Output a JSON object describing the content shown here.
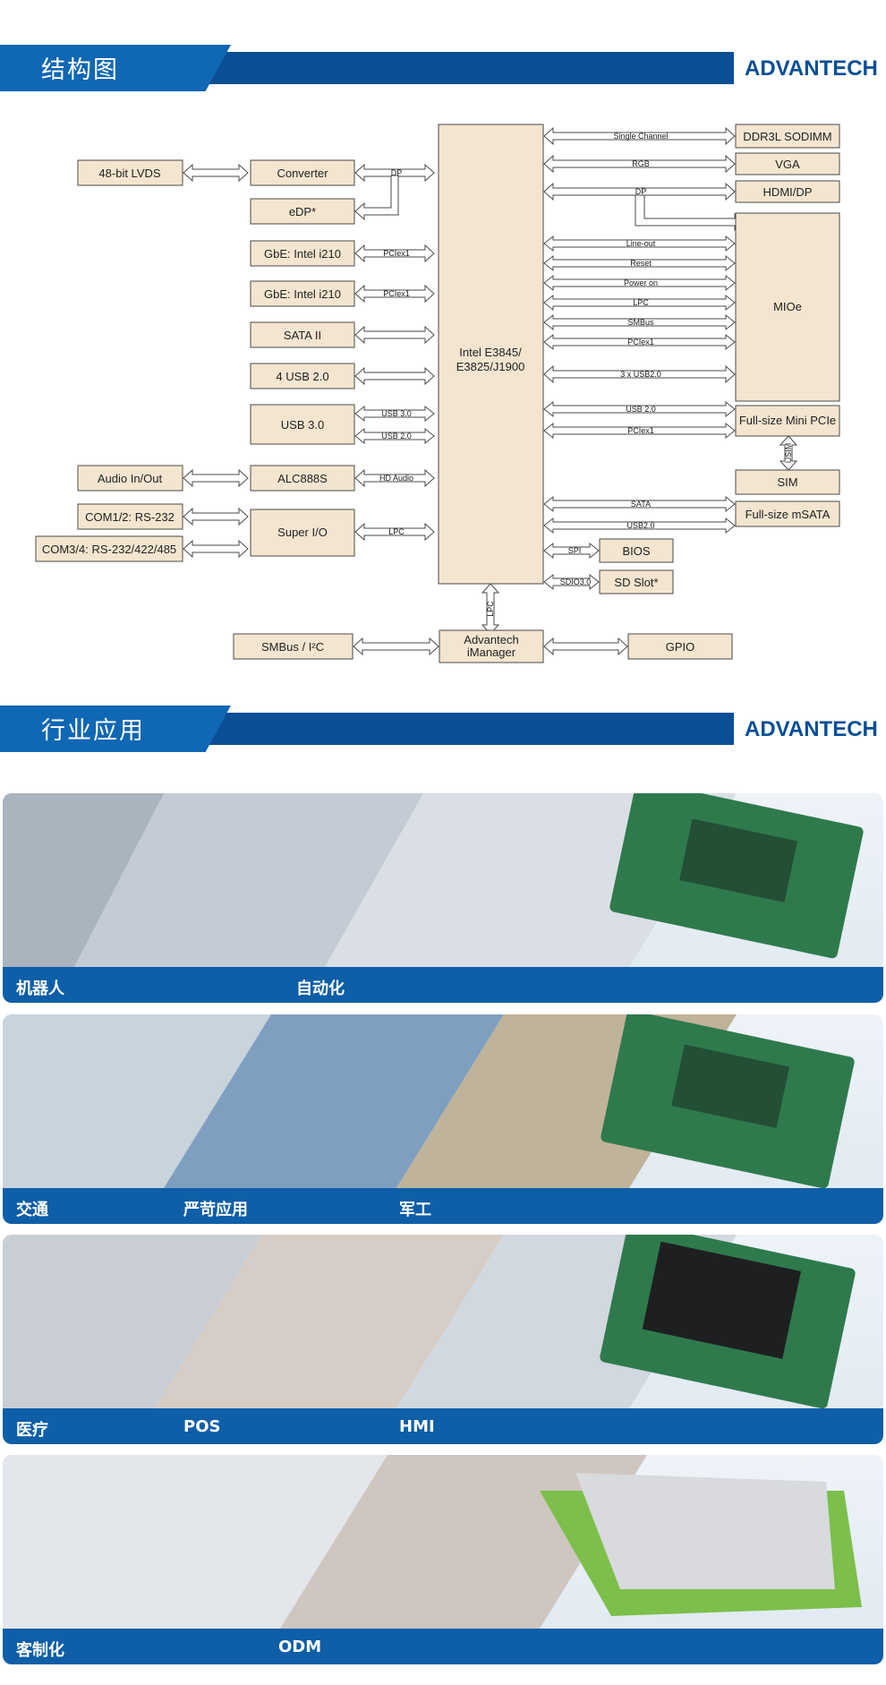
{
  "sections": {
    "structure": {
      "title": "结构图",
      "logo": "ADVANTECH"
    },
    "industry": {
      "title": "行业应用",
      "logo": "ADVANTECH"
    }
  },
  "diagram": {
    "cpu": [
      "Intel E3845/",
      "E3825/J1900"
    ],
    "lvds": "48-bit LVDS",
    "converter": "Converter",
    "edp": "eDP*",
    "gbe1": "GbE: Intel i210",
    "gbe2": "GbE: Intel i210",
    "sata2": "SATA II",
    "usb20": "4 USB 2.0",
    "usb30": "USB 3.0",
    "audio": "Audio In/Out",
    "alc": "ALC888S",
    "com12": "COM1/2: RS-232",
    "com34": "COM3/4: RS-232/422/485",
    "superio": "Super I/O",
    "smbus_i2c": "SMBus / I²C",
    "imanager": [
      "Advantech",
      "iManager"
    ],
    "gpio": "GPIO",
    "ddr": "DDR3L SODIMM",
    "vga": "VGA",
    "hdmi": "HDMI/DP",
    "mioe": "MIOe",
    "minipcie": "Full-size Mini PCIe",
    "sim": "SIM",
    "msata": "Full-size mSATA",
    "bios": "BIOS",
    "sdslot": "SD Slot*",
    "lbl_dp_left": "DP",
    "lbl_pcie_gbe1": "PCIex1",
    "lbl_pcie_gbe2": "PCIex1",
    "lbl_usb30": "USB 3.0",
    "lbl_usb20": "USB 2.0",
    "lbl_hdaudio": "HD Audio",
    "lbl_lpc_sio": "LPC",
    "lbl_lpc_im": "LPC",
    "lbl_single": "Single Channel",
    "lbl_rgb": "RGB",
    "lbl_dp_right": "DP",
    "lbl_lineout": "Line-out",
    "lbl_reset": "Reset",
    "lbl_poweron": "Power on",
    "lbl_lpc_m": "LPC",
    "lbl_smbus_m": "SMBus",
    "lbl_pcie_m": "PCIex1",
    "lbl_usb3x": "3 x USB2.0",
    "lbl_usb20_mp": "USB 2.0",
    "lbl_pcie_mp": "PCIex1",
    "lbl_usim": "USIM",
    "lbl_sata": "SATA",
    "lbl_usb20_ms": "USB2.0",
    "lbl_spi": "SPI",
    "lbl_sdio": "SDIO3.0"
  },
  "panels": [
    {
      "labels": [
        "机器人",
        "自动化"
      ]
    },
    {
      "labels": [
        "交通",
        "严苛应用",
        "军工"
      ]
    },
    {
      "labels": [
        "医疗",
        "POS",
        "HMI"
      ]
    },
    {
      "labels": [
        "客制化",
        "ODM"
      ]
    }
  ]
}
